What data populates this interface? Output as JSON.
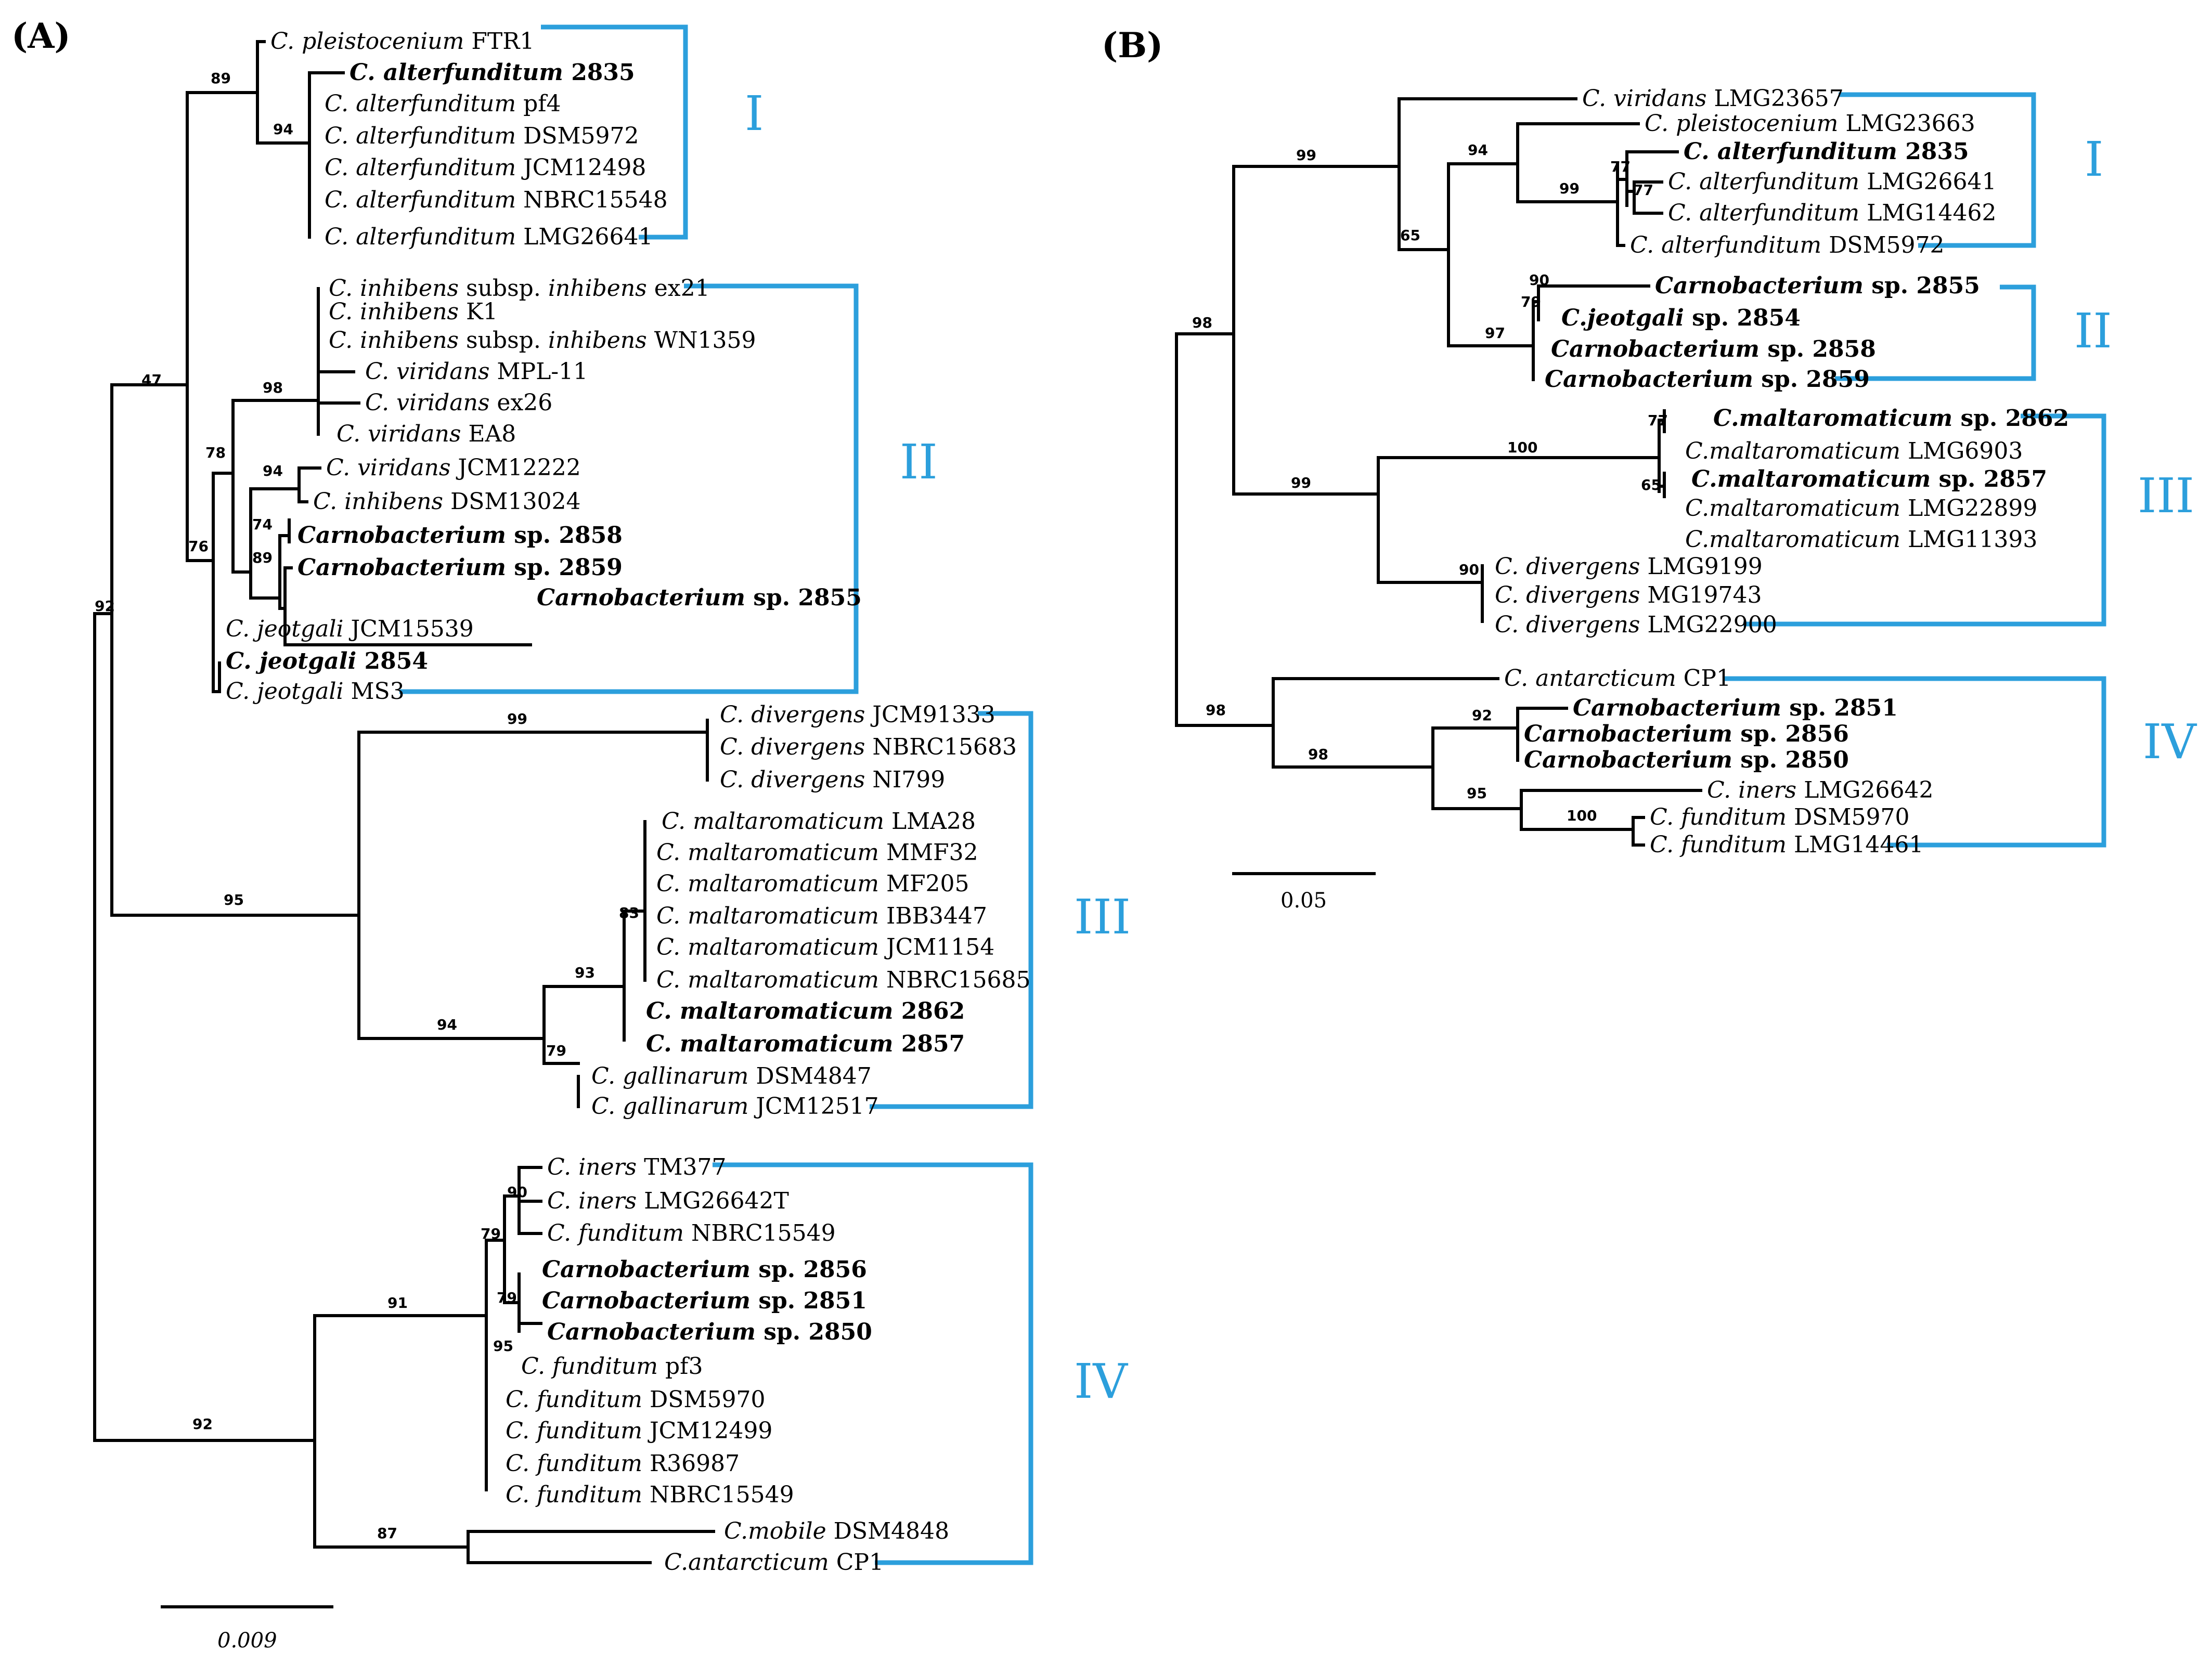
{
  "panel_labels": {
    "a": "(A)",
    "b": "(B)"
  },
  "scale_labels": {
    "a": "0.009",
    "b": "0.05"
  },
  "clade_labels": [
    "I",
    "II",
    "III",
    "IV"
  ],
  "tree_a": {
    "leaves": [
      {
        "sp": "C. pleistocenium",
        "st": "FTR1",
        "bold": false
      },
      {
        "sp": "C. alterfunditum",
        "st": "2835",
        "bold": true
      },
      {
        "sp": "C. alterfunditum",
        "st": "pf4",
        "bold": false
      },
      {
        "sp": "C. alterfunditum",
        "st": "DSM5972",
        "bold": false
      },
      {
        "sp": "C. alterfunditum",
        "st": "JCM12498",
        "bold": false
      },
      {
        "sp": "C. alterfunditum",
        "st": "NBRC15548",
        "bold": false
      },
      {
        "sp": "C. alterfunditum",
        "st": "LMG26641",
        "bold": false
      },
      {
        "sp": "C. inhibens",
        "mid": "subsp.",
        "sp2": "inhibens",
        "st": "ex21",
        "bold": false
      },
      {
        "sp": "C. inhibens",
        "st": "K1",
        "bold": false
      },
      {
        "sp": "C. inhibens",
        "mid": "subsp.",
        "sp2": "inhibens",
        "st": "WN1359",
        "bold": false
      },
      {
        "sp": "C. viridans",
        "st": "MPL-11",
        "bold": false
      },
      {
        "sp": "C. viridans",
        "st": "ex26",
        "bold": false
      },
      {
        "sp": "C. viridans",
        "st": "EA8",
        "bold": false
      },
      {
        "sp": "C. viridans",
        "st": "JCM12222",
        "bold": false
      },
      {
        "sp": "C. inhibens",
        "st": "DSM13024",
        "bold": false
      },
      {
        "sp": "Carnobacterium",
        "st": "sp. 2858",
        "bold": true
      },
      {
        "sp": "Carnobacterium",
        "st": "sp. 2859",
        "bold": true
      },
      {
        "sp": "Carnobacterium",
        "st": "sp. 2855",
        "bold": true
      },
      {
        "sp": "C. jeotgali",
        "st": "JCM15539",
        "bold": false
      },
      {
        "sp": "C. jeotgali",
        "st": "2854",
        "bold": true
      },
      {
        "sp": "C. jeotgali",
        "st": "MS3",
        "bold": false
      },
      {
        "sp": "C. divergens",
        "st": "JCM91333",
        "bold": false
      },
      {
        "sp": "C. divergens",
        "st": "NBRC15683",
        "bold": false
      },
      {
        "sp": "C. divergens",
        "st": "NI799",
        "bold": false
      },
      {
        "sp": "C. maltaromaticum",
        "st": "LMA28",
        "bold": false
      },
      {
        "sp": "C. maltaromaticum",
        "st": "MMF32",
        "bold": false
      },
      {
        "sp": "C. maltaromaticum",
        "st": "MF205",
        "bold": false
      },
      {
        "sp": "C. maltaromaticum",
        "st": "IBB3447",
        "bold": false
      },
      {
        "sp": "C. maltaromaticum",
        "st": "JCM1154",
        "bold": false
      },
      {
        "sp": "C. maltaromaticum",
        "st": "NBRC15685",
        "bold": false
      },
      {
        "sp": "C. maltaromaticum",
        "st": "2862",
        "bold": true
      },
      {
        "sp": "C. maltaromaticum",
        "st": "2857",
        "bold": true
      },
      {
        "sp": "C. gallinarum",
        "st": "DSM4847",
        "bold": false
      },
      {
        "sp": "C. gallinarum",
        "st": "JCM12517",
        "bold": false
      },
      {
        "sp": "C. iners",
        "st": "TM377",
        "bold": false
      },
      {
        "sp": "C. iners",
        "st": "LMG26642T",
        "bold": false
      },
      {
        "sp": "C. funditum",
        "st": "NBRC15549",
        "bold": false
      },
      {
        "sp": "Carnobacterium",
        "st": "sp. 2856",
        "bold": true
      },
      {
        "sp": "Carnobacterium",
        "st": "sp. 2851",
        "bold": true
      },
      {
        "sp": "Carnobacterium",
        "st": "sp. 2850",
        "bold": true
      },
      {
        "sp": "C. funditum",
        "st": "pf3",
        "bold": false
      },
      {
        "sp": "C. funditum",
        "st": "DSM5970",
        "bold": false
      },
      {
        "sp": "C. funditum",
        "st": "JCM12499",
        "bold": false
      },
      {
        "sp": "C. funditum",
        "st": "R36987",
        "bold": false
      },
      {
        "sp": "C. funditum",
        "st": "NBRC15549",
        "bold": false
      },
      {
        "sp": "C.mobile",
        "st": "DSM4848",
        "bold": false
      },
      {
        "sp": "C.antarcticum",
        "st": "CP1",
        "bold": false
      }
    ],
    "supports": [
      "89",
      "94",
      "47",
      "98",
      "78",
      "94",
      "74",
      "89",
      "76",
      "92",
      "99",
      "95",
      "83",
      "93",
      "94",
      "79",
      "90",
      "79",
      "79",
      "95",
      "91",
      "92",
      "87"
    ]
  },
  "tree_b": {
    "leaves": [
      {
        "sp": "C. viridans",
        "st": "LMG23657",
        "bold": false
      },
      {
        "sp": "C. pleistocenium",
        "st": "LMG23663",
        "bold": false
      },
      {
        "sp": "C. alterfunditum",
        "st": "2835",
        "bold": true
      },
      {
        "sp": "C. alterfunditum",
        "st": "LMG26641",
        "bold": false
      },
      {
        "sp": "C. alterfunditum",
        "st": "LMG14462",
        "bold": false
      },
      {
        "sp": "C. alterfunditum",
        "st": "DSM5972",
        "bold": false
      },
      {
        "sp": "Carnobacterium",
        "st": "sp. 2855",
        "bold": true
      },
      {
        "sp": "C.jeotgali",
        "st": "sp. 2854",
        "bold": true
      },
      {
        "sp": "Carnobacterium",
        "st": "sp. 2858",
        "bold": true
      },
      {
        "sp": "Carnobacterium",
        "st": "sp. 2859",
        "bold": true
      },
      {
        "sp": "C.maltaromaticum",
        "st": "sp. 2862",
        "bold": true
      },
      {
        "sp": "C.maltaromaticum",
        "st": "LMG6903",
        "bold": false
      },
      {
        "sp": "C.maltaromaticum",
        "st": "sp. 2857",
        "bold": true
      },
      {
        "sp": "C.maltaromaticum",
        "st": "LMG22899",
        "bold": false
      },
      {
        "sp": "C.maltaromaticum",
        "st": "LMG11393",
        "bold": false
      },
      {
        "sp": "C. divergens",
        "st": "LMG9199",
        "bold": false
      },
      {
        "sp": "C. divergens",
        "st": "MG19743",
        "bold": false
      },
      {
        "sp": "C. divergens",
        "st": "LMG22900",
        "bold": false
      },
      {
        "sp": "C. antarcticum",
        "st": "CP1",
        "bold": false
      },
      {
        "sp": "Carnobacterium",
        "st": "sp. 2851",
        "bold": true
      },
      {
        "sp": "Carnobacterium",
        "st": "sp. 2856",
        "bold": true
      },
      {
        "sp": "Carnobacterium",
        "st": "sp. 2850",
        "bold": true
      },
      {
        "sp": "C. iners",
        "st": "LMG26642",
        "bold": false
      },
      {
        "sp": "C. funditum",
        "st": "DSM5970",
        "bold": false
      },
      {
        "sp": "C. funditum",
        "st": "LMG14461",
        "bold": false
      }
    ],
    "supports": [
      "99",
      "94",
      "77",
      "77",
      "99",
      "65",
      "90",
      "79",
      "97",
      "98",
      "100",
      "77",
      "65",
      "90",
      "99",
      "92",
      "98",
      "95",
      "100",
      "98"
    ]
  }
}
